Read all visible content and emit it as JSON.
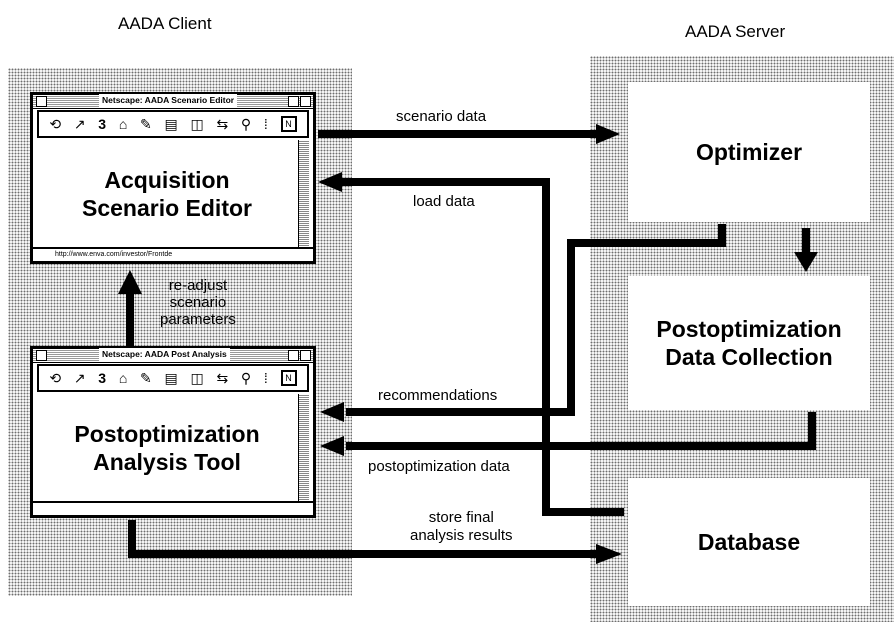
{
  "client": {
    "title": "AADA Client",
    "scenario_window": {
      "title_bar": "Netscape: AADA Scenario Editor",
      "content": [
        "Acquisition",
        "Scenario Editor"
      ],
      "url": "http://www.enva.com/investor/Frontde",
      "toolbar_icons": [
        "back-icon",
        "forward-icon",
        "reload-icon",
        "home-icon",
        "search-icon",
        "print-icon",
        "images-icon",
        "open-icon",
        "find-icon",
        "stop-icon",
        "netscape-logo-icon"
      ]
    },
    "analysis_window": {
      "title_bar": "Netscape: AADA Post Analysis",
      "content": [
        "Postoptimization",
        "Analysis Tool"
      ],
      "toolbar_icons": [
        "back-icon",
        "forward-icon",
        "reload-icon",
        "home-icon",
        "search-icon",
        "print-icon",
        "images-icon",
        "open-icon",
        "find-icon",
        "stop-icon",
        "netscape-logo-icon"
      ]
    },
    "readjust_label": [
      "re-adjust",
      "scenario",
      "parameters"
    ]
  },
  "server": {
    "title": "AADA Server",
    "optimizer": "Optimizer",
    "collection": [
      "Postoptimization",
      "Data Collection"
    ],
    "database": "Database"
  },
  "flows": {
    "scenario_data": "scenario data",
    "load_data": "load data",
    "recommendations": "recommendations",
    "postoptimization_data": "postoptimization data",
    "store_final": [
      "store final",
      "analysis results"
    ]
  }
}
